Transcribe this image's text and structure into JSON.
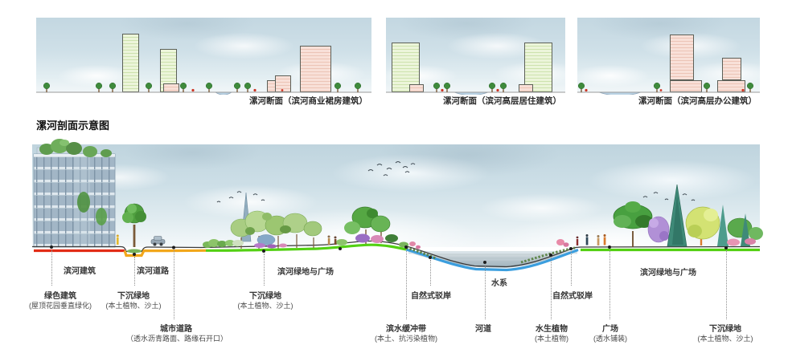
{
  "page": {
    "title": "漯河剖面示意图"
  },
  "panels": [
    {
      "caption": "漯河断面（滨河商业裙房建筑）"
    },
    {
      "caption": "漯河断面（滨河高层居住建筑）"
    },
    {
      "caption": "漯河断面（滨河高层办公建筑）"
    }
  ],
  "section": {
    "zones": [
      {
        "label": "滨河建筑"
      },
      {
        "label": "滨河道路"
      },
      {
        "label": "滨河绿地与广场"
      },
      {
        "label": "水系"
      },
      {
        "label": "滨河绿地与广场"
      }
    ],
    "callouts": [
      {
        "title": "绿色建筑",
        "subtitle": "(屋顶花园垂直绿化)"
      },
      {
        "title": "下沉绿地",
        "subtitle": "(本土植物、沙土)"
      },
      {
        "title": "城市道路",
        "subtitle": "（透水沥青路面、路缘石开口）"
      },
      {
        "title": "下沉绿地",
        "subtitle": "(本土植物、沙土)"
      },
      {
        "title": "滨水缓冲带",
        "subtitle": "(本土、抗污染植物)"
      },
      {
        "title": "自然式驳岸",
        "subtitle": ""
      },
      {
        "title": "河道",
        "subtitle": ""
      },
      {
        "title": "水生植物",
        "subtitle": "(本土植物)"
      },
      {
        "title": "自然式驳岸",
        "subtitle": ""
      },
      {
        "title": "广场",
        "subtitle": "(透水铺装)"
      },
      {
        "title": "下沉绿地",
        "subtitle": "(本土植物、沙土)"
      }
    ],
    "colors": {
      "building_line": "#e22c16",
      "road_line": "#f2a71b",
      "greenway_line": "#53d013",
      "water_line": "#3b9ede"
    }
  }
}
